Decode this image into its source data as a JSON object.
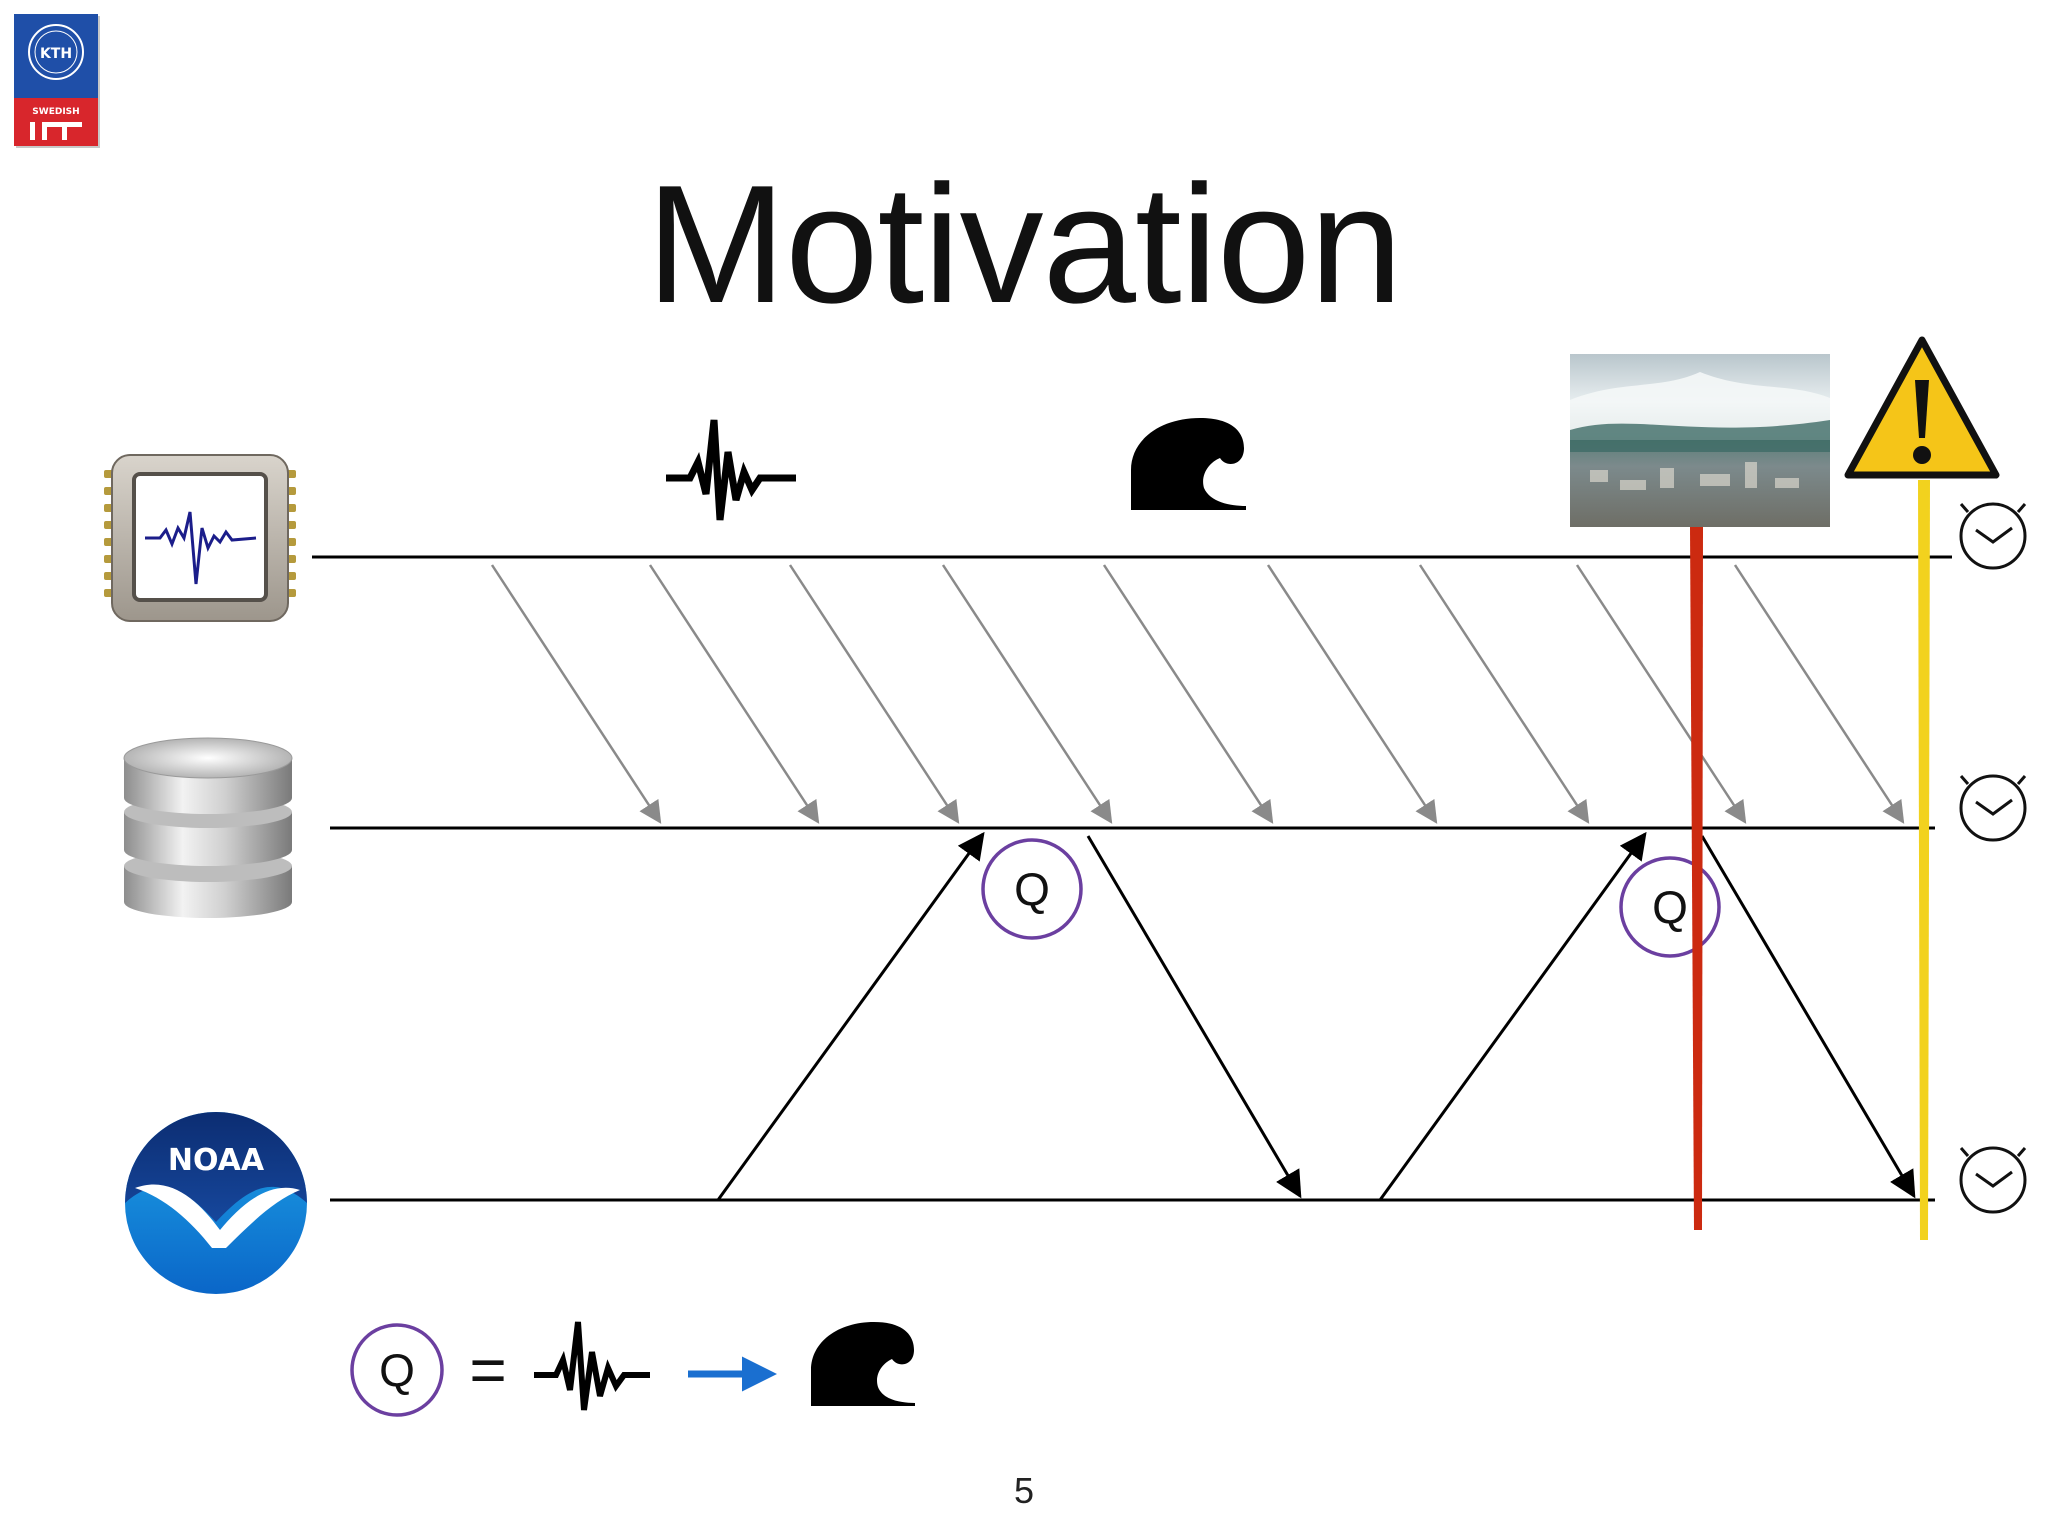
{
  "slide": {
    "title": "Motivation",
    "page_number": "5"
  },
  "logos": {
    "kth_text": "KTH",
    "swedish_ict_text": "SWEDISH",
    "noaa_text": "NOAA"
  },
  "diagram": {
    "query_symbol": "Q",
    "legend": {
      "query_symbol": "Q",
      "equals": "="
    },
    "colors": {
      "timeline": "#000000",
      "sensor_message_arrows": "#8a8a8a",
      "query_arrows": "#000000",
      "query_circle": "#6b3fa0",
      "tsunami_marker": "#cc2a10",
      "warning_marker": "#f2d21e",
      "legend_arrow": "#1a6fd0",
      "warning_icon_fill": "#f5c518"
    },
    "icons": {
      "timeline_top": "seismometer-chip-icon",
      "timeline_middle": "database-icon",
      "timeline_bottom": "noaa-logo",
      "earthquake": "seismic-wave-icon",
      "tsunami": "tsunami-wave-icon",
      "tsunami_photo": "tsunami-photo",
      "warning": "warning-icon",
      "clock": "clock-icon"
    }
  }
}
